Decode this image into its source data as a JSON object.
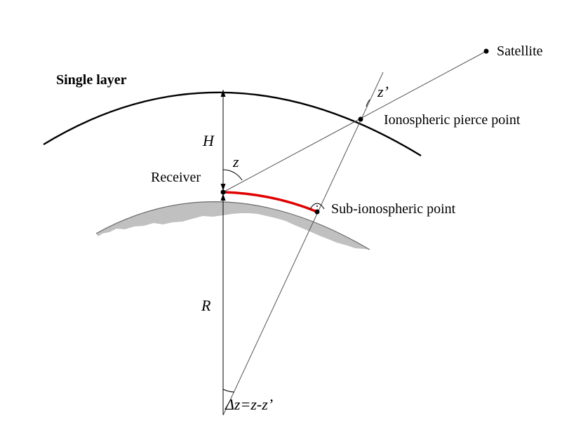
{
  "labels": {
    "single_layer": "Single layer",
    "satellite": "Satellite",
    "pierce_point": "Ionospheric pierce point",
    "receiver": "Receiver",
    "sub_point": "Sub-ionospheric point",
    "H": "H",
    "R": "R",
    "z": "z",
    "z_prime": "z’",
    "delta_z": "Δz=z-z’"
  },
  "colors": {
    "line": "#000000",
    "thin_line": "#555555",
    "earth_fill": "#c0c0c0",
    "earth_edge": "#6a6a6a",
    "arc_highlight": "#e00000"
  }
}
